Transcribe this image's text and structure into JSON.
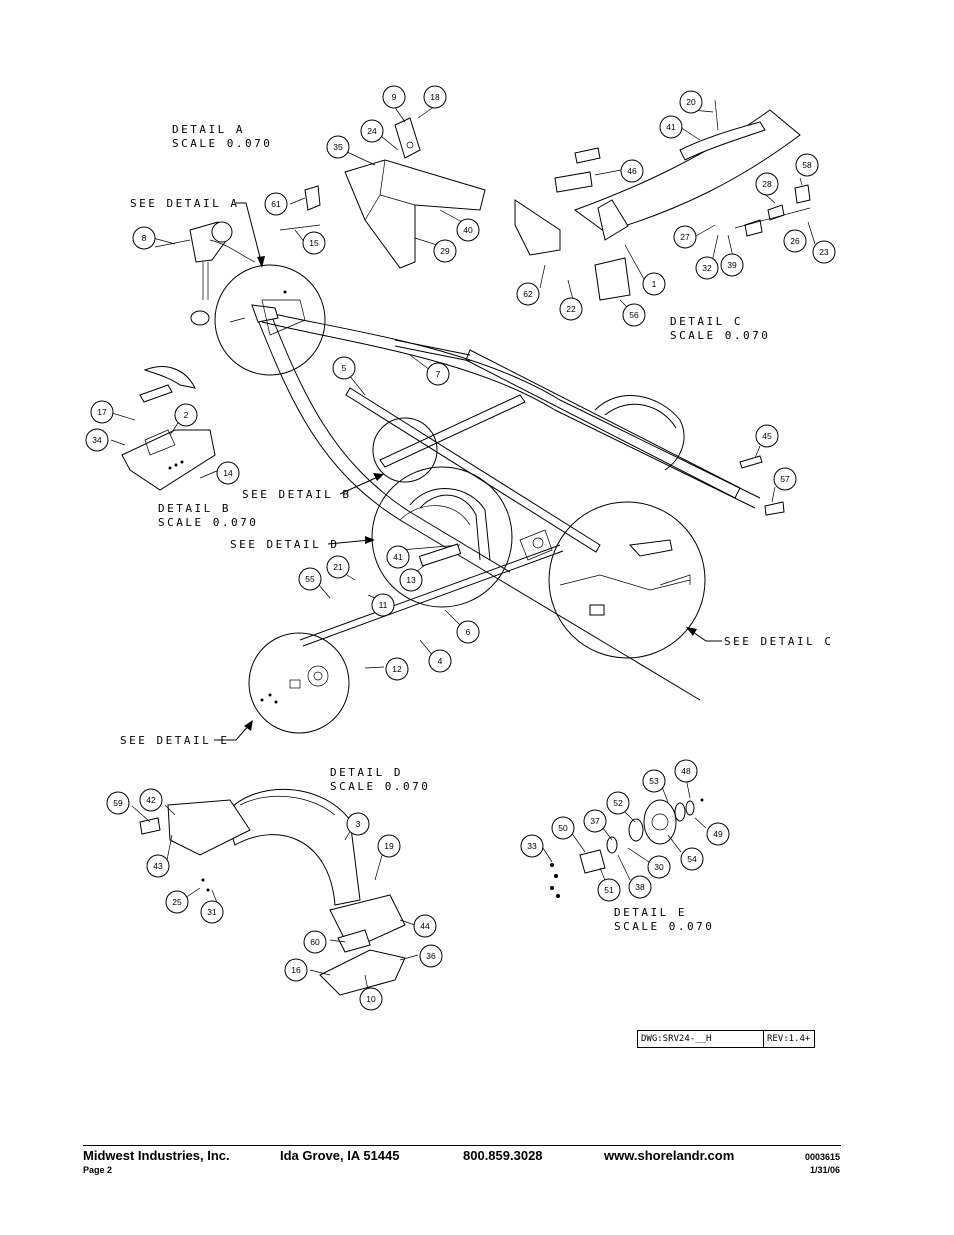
{
  "details": {
    "a": {
      "title": "DETAIL  A",
      "scale": "SCALE  0.070"
    },
    "b": {
      "title": "DETAIL  B",
      "scale": "SCALE  0.070"
    },
    "c": {
      "title": "DETAIL  C",
      "scale": "SCALE  0.070"
    },
    "d": {
      "title": "DETAIL  D",
      "scale": "SCALE  0.070"
    },
    "e": {
      "title": "DETAIL  E",
      "scale": "SCALE  0.070"
    }
  },
  "see_details": {
    "a": "SEE DETAIL  A",
    "b": "SEE DETAIL  B",
    "c": "SEE DETAIL  C",
    "d": "SEE DETAIL  D",
    "e": "SEE DETAIL  E"
  },
  "callouts": [
    "9",
    "18",
    "24",
    "35",
    "61",
    "15",
    "8",
    "40",
    "29",
    "20",
    "41",
    "46",
    "58",
    "28",
    "27",
    "26",
    "23",
    "32",
    "39",
    "1",
    "62",
    "22",
    "56",
    "7",
    "5",
    "17",
    "2",
    "34",
    "14",
    "45",
    "57",
    "21",
    "55",
    "11",
    "41",
    "13",
    "6",
    "4",
    "12",
    "59",
    "42",
    "3",
    "19",
    "43",
    "25",
    "31",
    "44",
    "60",
    "36",
    "16",
    "10",
    "53",
    "48",
    "33",
    "50",
    "37",
    "52",
    "49",
    "30",
    "54",
    "51",
    "38"
  ],
  "title_block": {
    "dwg": "DWG:SRV24-__H",
    "rev": "REV:1.4+"
  },
  "footer": {
    "company": "Midwest Industries, Inc.",
    "page": "Page 2",
    "city": "Ida Grove, IA  51445",
    "phone": "800.859.3028",
    "website": "www.shorelandr.com",
    "doc_number": "0003615",
    "date": "1/31/06"
  }
}
